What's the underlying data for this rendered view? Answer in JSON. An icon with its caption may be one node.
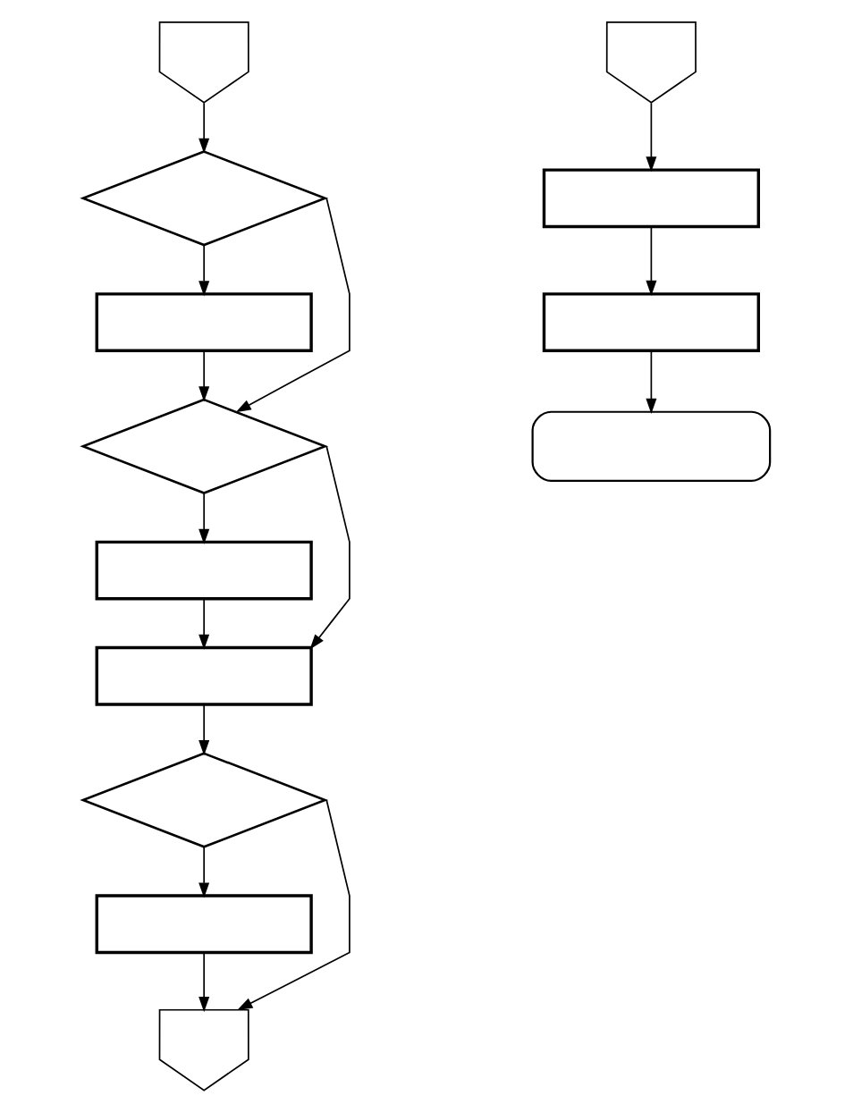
{
  "diagram": {
    "nodes": [
      {
        "text": [],
        "shape": "pentagon"
      },
      {
        "text": [],
        "shape": "diamond"
      },
      {
        "text": [],
        "shape": "box"
      },
      {
        "text": [],
        "shape": "diamond"
      },
      {
        "text": [],
        "shape": "box"
      },
      {
        "text": [],
        "shape": "box"
      },
      {
        "text": [],
        "shape": "diamond"
      },
      {
        "text": [],
        "shape": "box"
      },
      {
        "text": [],
        "shape": "pentagon"
      },
      {
        "text": [],
        "shape": "pentagon"
      },
      {
        "text": [],
        "shape": "box"
      },
      {
        "text": [],
        "shape": "box"
      },
      {
        "text": [],
        "shape": "stadium"
      }
    ],
    "edges": [
      {
        "from": 0,
        "to": 1,
        "arrow": "to"
      },
      {
        "from": 1,
        "to": 2,
        "arrow": "to"
      },
      {
        "from": 2,
        "to": 3,
        "arrow": "to"
      },
      {
        "from": 1,
        "to": 3,
        "arrow": "to"
      },
      {
        "from": 3,
        "to": 4,
        "arrow": "to"
      },
      {
        "from": 4,
        "to": 5,
        "arrow": "to"
      },
      {
        "from": 3,
        "to": 5,
        "arrow": "to"
      },
      {
        "from": 5,
        "to": 6,
        "arrow": "to"
      },
      {
        "from": 6,
        "to": 7,
        "arrow": "to"
      },
      {
        "from": 7,
        "to": 8,
        "arrow": "to"
      },
      {
        "from": 6,
        "to": 8,
        "arrow": "to"
      },
      {
        "from": 9,
        "to": 10,
        "arrow": "to"
      },
      {
        "from": 10,
        "to": 11,
        "arrow": "to"
      },
      {
        "from": 11,
        "to": 12,
        "arrow": "to"
      }
    ]
  }
}
